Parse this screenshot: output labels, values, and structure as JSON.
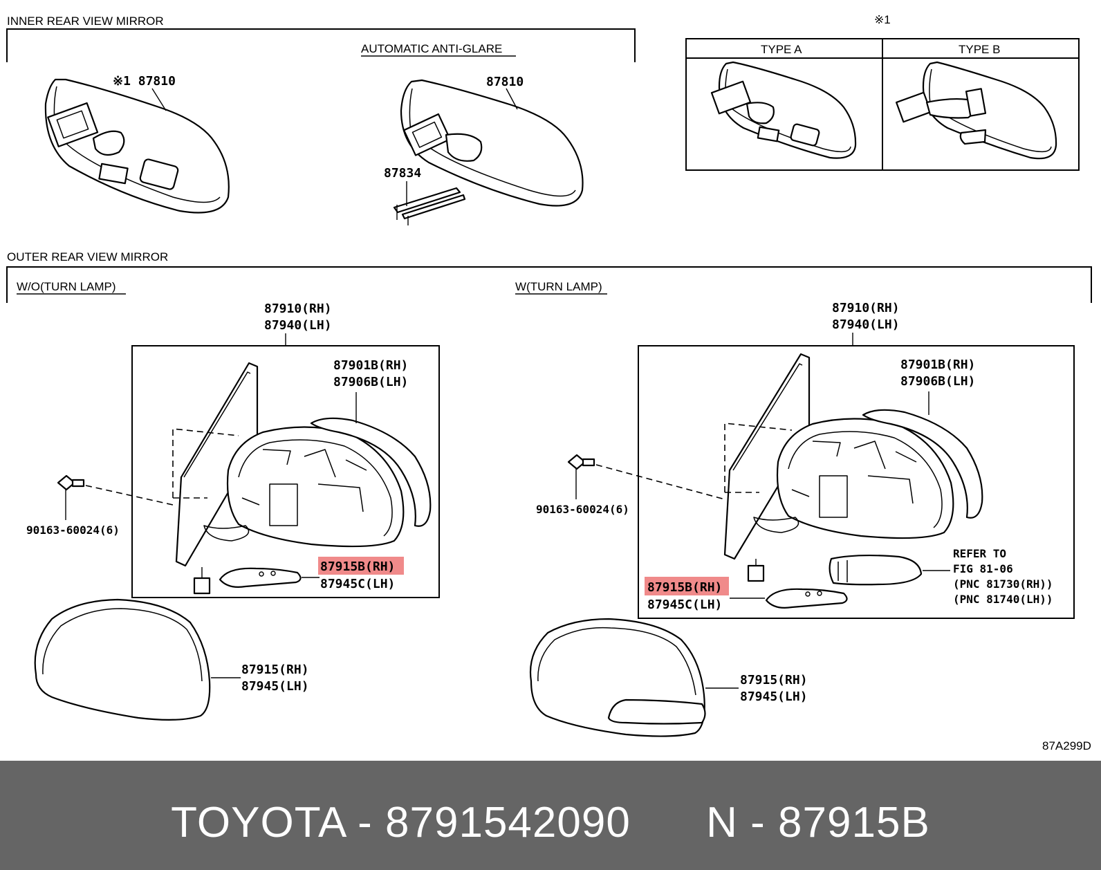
{
  "inner": {
    "section_title": "INNER REAR VIEW MIRROR",
    "auto_title": "AUTOMATIC ANTI-GLARE",
    "mirror1_label": "※1 87810",
    "mirror2_label": "87810",
    "clip_label": "87834",
    "note_mark": "※1",
    "type_a": "TYPE A",
    "type_b": "TYPE B"
  },
  "outer": {
    "section_title": "OUTER REAR VIEW MIRROR",
    "left": {
      "title": "W/O(TURN LAMP)",
      "assy_rh": "87910(RH)",
      "assy_lh": "87940(LH)",
      "glass_rh": "87901B(RH)",
      "glass_lh": "87906B(LH)",
      "screw": "90163-60024(6)",
      "heater_rh": "87915B(RH)",
      "heater_lh": "87945C(LH)",
      "cover_rh": "87915(RH)",
      "cover_lh": "87945(LH)"
    },
    "right": {
      "title": "W(TURN LAMP)",
      "assy_rh": "87910(RH)",
      "assy_lh": "87940(LH)",
      "glass_rh": "87901B(RH)",
      "glass_lh": "87906B(LH)",
      "screw": "90163-60024(6)",
      "heater_rh": "87915B(RH)",
      "heater_lh": "87945C(LH)",
      "refer_1": "REFER TO",
      "refer_2": "FIG 81-06",
      "refer_3": "(PNC 81730(RH))",
      "refer_4": "(PNC 81740(LH))",
      "cover_rh": "87915(RH)",
      "cover_lh": "87945(LH)"
    }
  },
  "diagram_code": "87A299D",
  "highlight_color": "#f08a8a",
  "footer": {
    "text": "TOYOTA - 8791542090      N - 87915B"
  }
}
